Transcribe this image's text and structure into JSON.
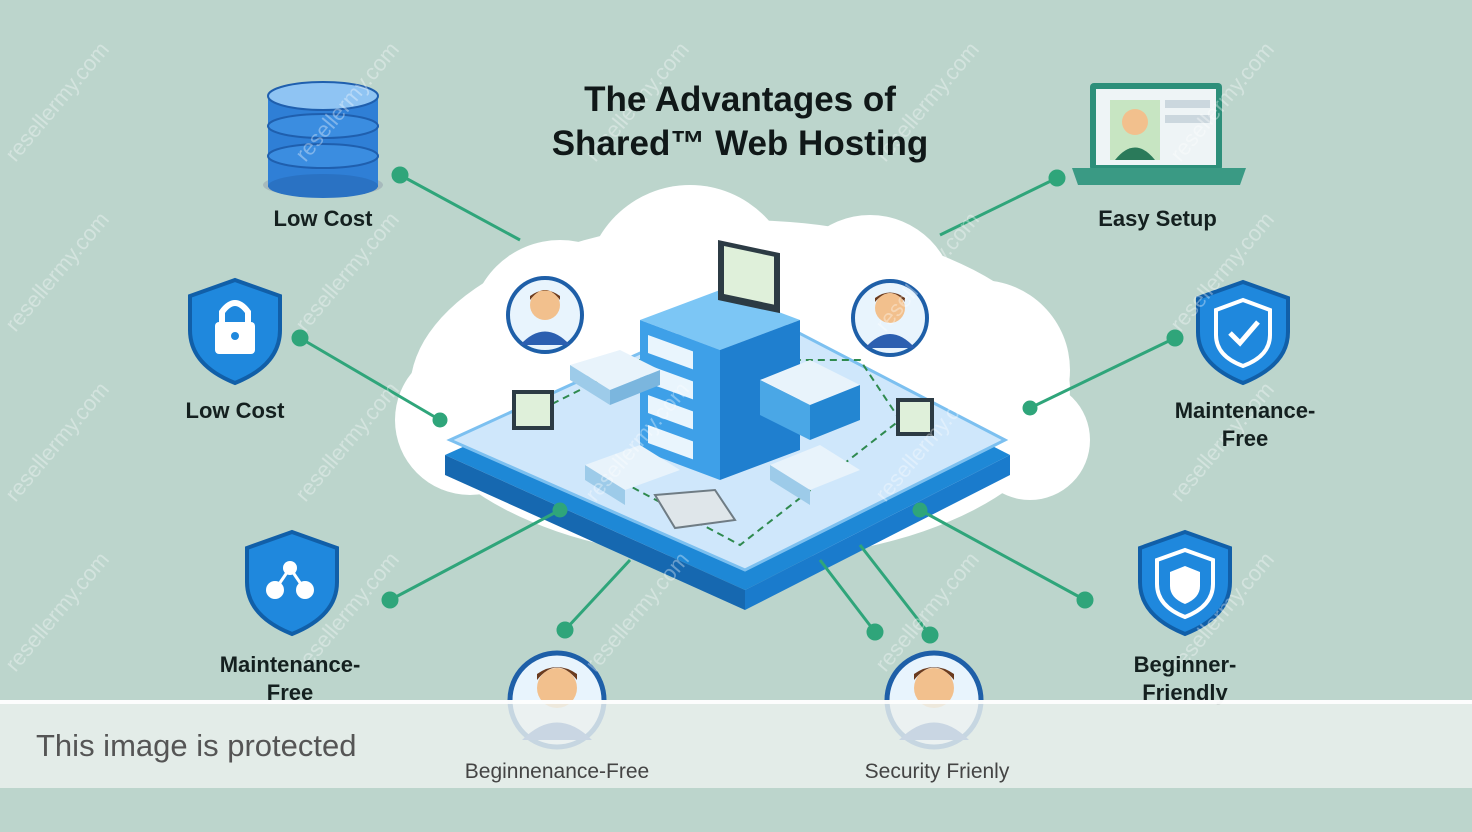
{
  "title": {
    "line1": "The Advantages of",
    "line2": "Shared™ Web Hosting"
  },
  "features": {
    "top_left": "Low Cost",
    "mid_left": "Low Cost",
    "bottom_left": "Maintenance-\nFree",
    "top_right": "Easy Setup",
    "mid_right": "Maintenance-\nFree",
    "bottom_right": "Beginner-\nFriendly",
    "bottom_center_left": "Beginnenance-Free",
    "bottom_center_right": "Security Frienly"
  },
  "overlay": {
    "text": "This image is protected"
  },
  "watermark": "resellermy.com",
  "colors": {
    "background": "#bcd5cc",
    "accent_blue": "#1e88d6",
    "connector_green": "#2fa57a",
    "cloud": "#ffffff"
  },
  "icons": [
    "database-icon",
    "laptop-icon",
    "lock-shield-icon",
    "check-shield-icon",
    "network-shield-icon",
    "security-shield-icon",
    "avatar-icon",
    "server-rack-icon"
  ]
}
